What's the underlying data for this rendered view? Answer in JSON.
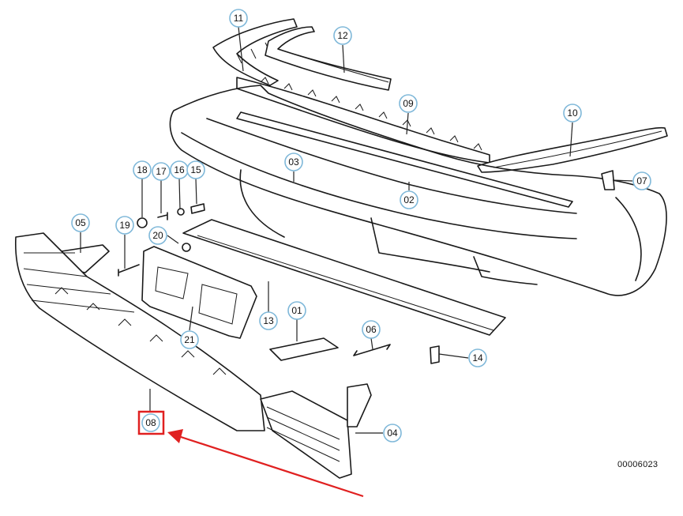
{
  "diagram": {
    "catalog_number": "00006023",
    "highlighted_part": "08",
    "highlight_color": "#e02020",
    "callout_ring_color": "#7fb8d9",
    "callouts": [
      "11",
      "12",
      "09",
      "10",
      "03",
      "02",
      "07",
      "18",
      "17",
      "16",
      "15",
      "19",
      "05",
      "20",
      "13",
      "01",
      "06",
      "21",
      "14",
      "08",
      "04"
    ]
  }
}
